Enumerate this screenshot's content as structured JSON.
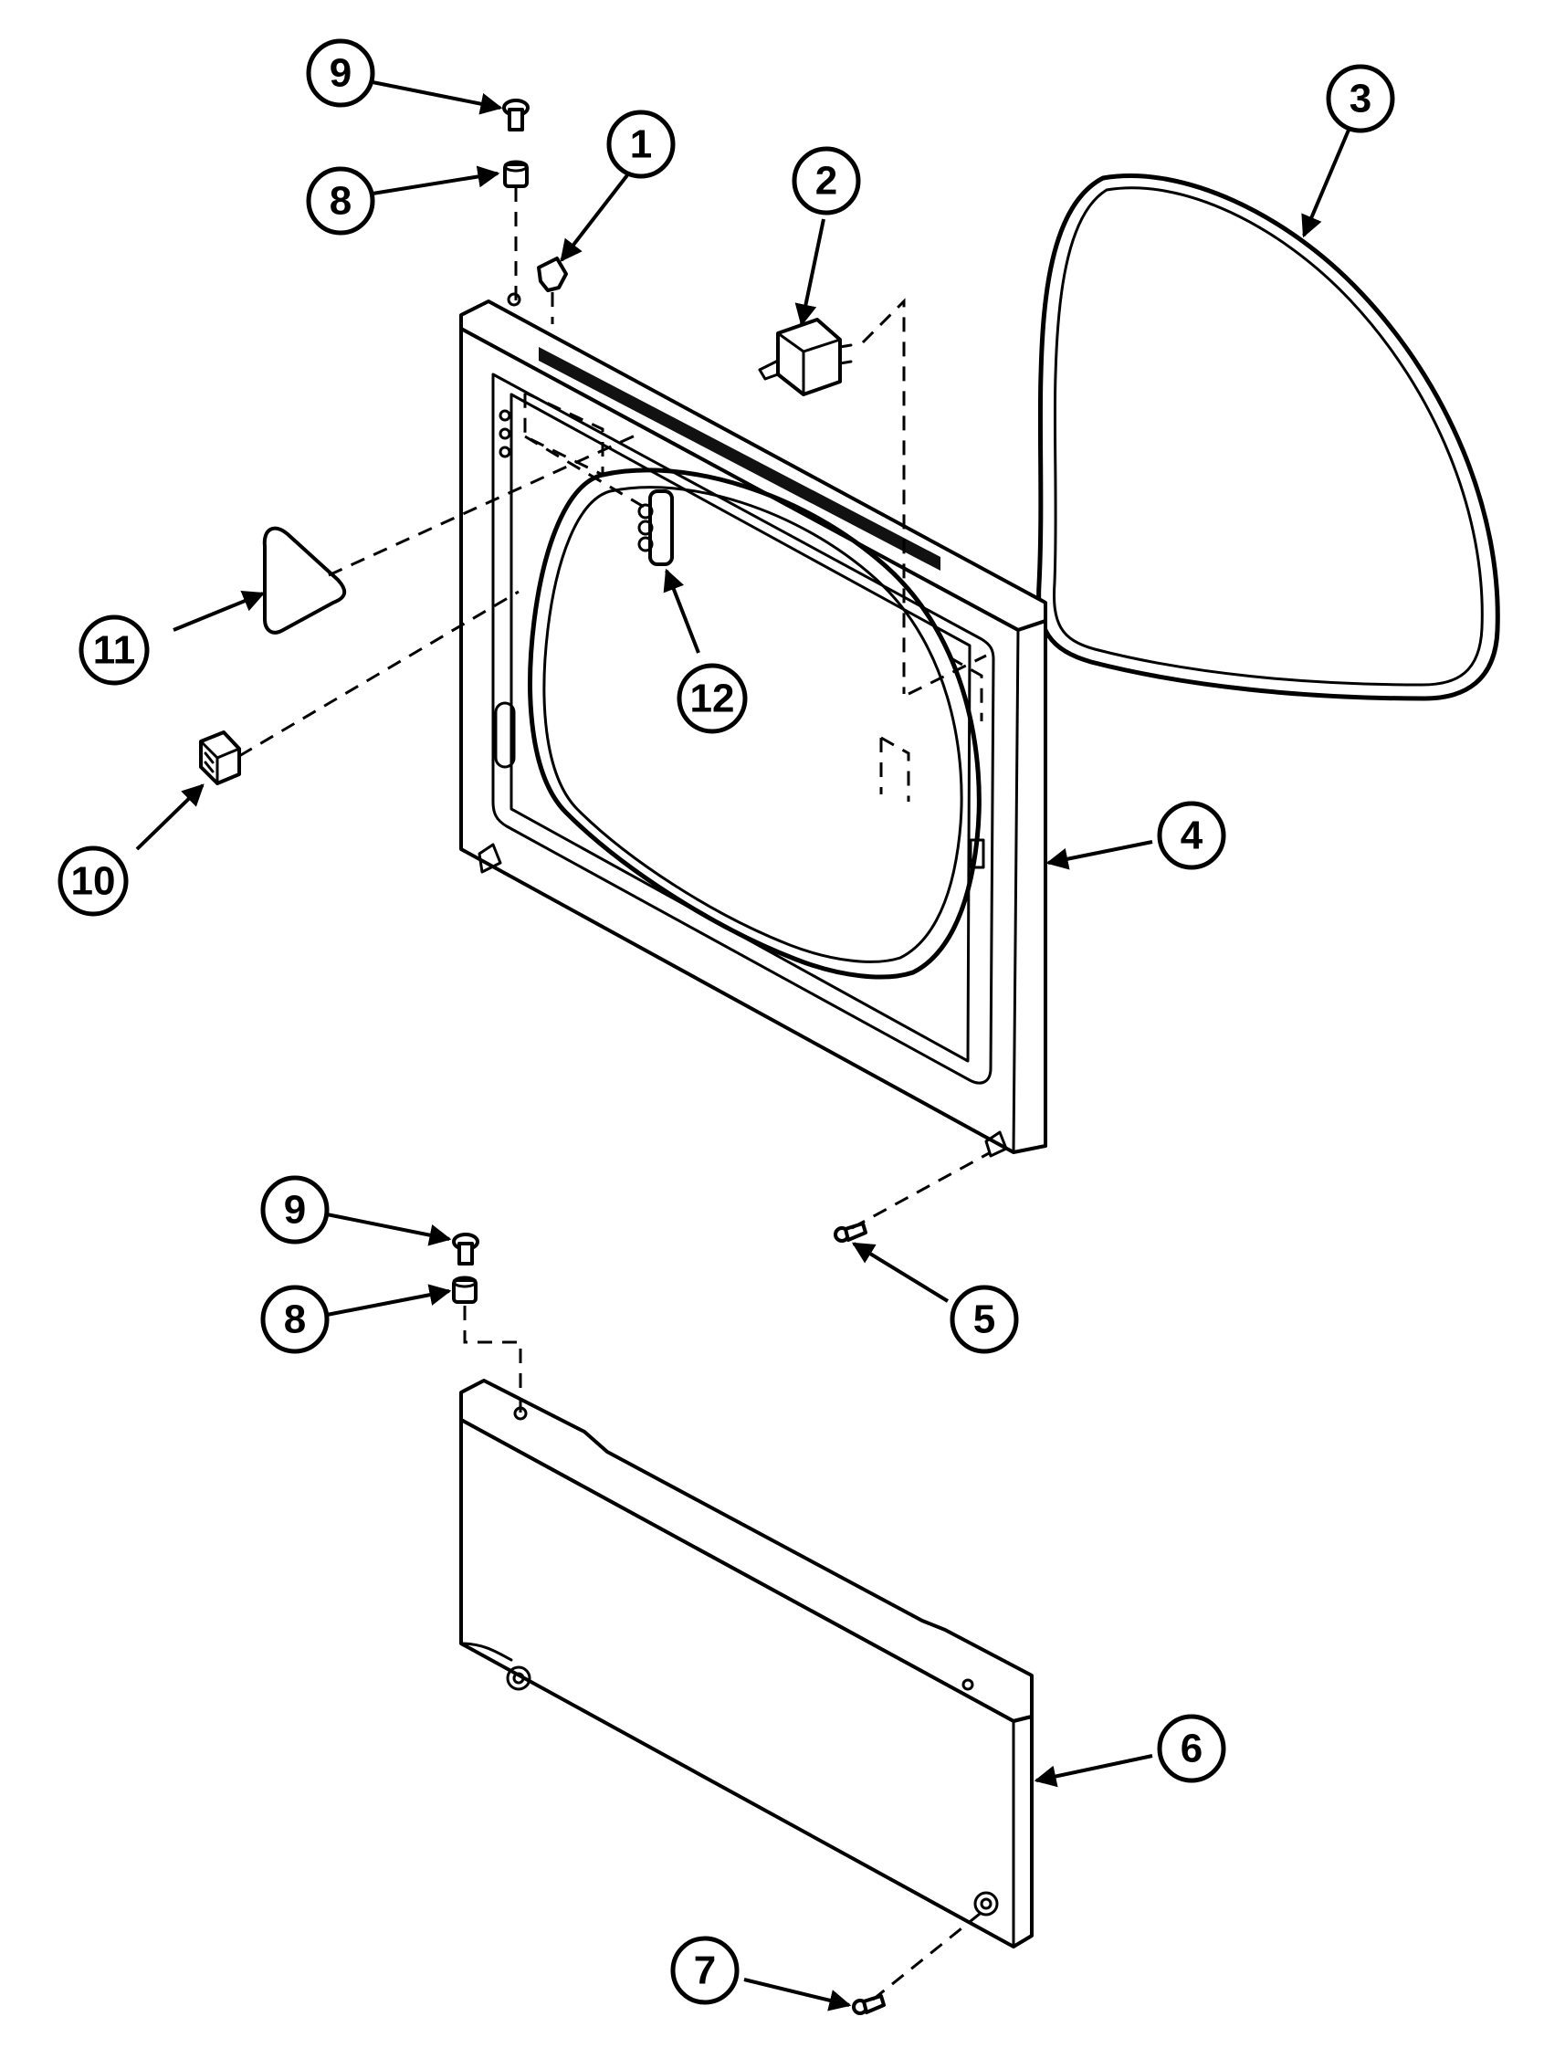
{
  "callouts": [
    {
      "id": "callout-9-top",
      "label": "9"
    },
    {
      "id": "callout-8-top",
      "label": "8"
    },
    {
      "id": "callout-1",
      "label": "1"
    },
    {
      "id": "callout-2",
      "label": "2"
    },
    {
      "id": "callout-3",
      "label": "3"
    },
    {
      "id": "callout-11",
      "label": "11"
    },
    {
      "id": "callout-12",
      "label": "12"
    },
    {
      "id": "callout-10",
      "label": "10"
    },
    {
      "id": "callout-4",
      "label": "4"
    },
    {
      "id": "callout-9-bottom",
      "label": "9"
    },
    {
      "id": "callout-8-bottom",
      "label": "8"
    },
    {
      "id": "callout-5",
      "label": "5"
    },
    {
      "id": "callout-6",
      "label": "6"
    },
    {
      "id": "callout-7",
      "label": "7"
    }
  ]
}
